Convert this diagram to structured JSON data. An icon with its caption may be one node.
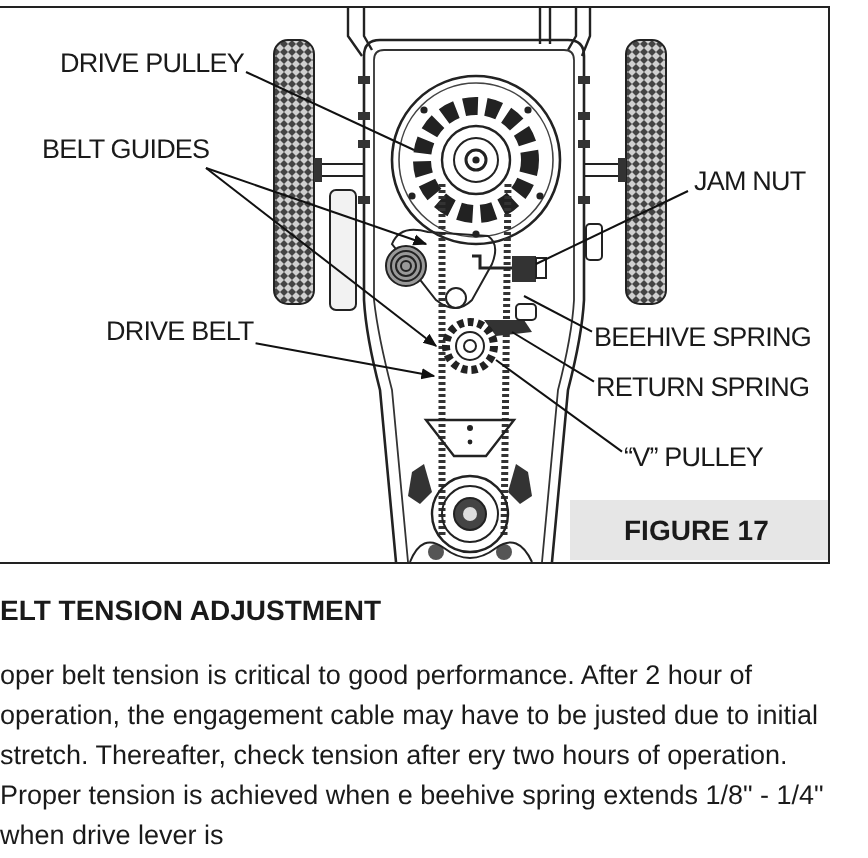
{
  "diagram": {
    "caption": "FIGURE 17",
    "nodes": [
      {
        "text": [
          "DRIVE PULLEY"
        ]
      },
      {
        "text": [
          "BELT GUIDES"
        ]
      },
      {
        "text": [
          "JAM NUT"
        ]
      },
      {
        "text": [
          "DRIVE BELT"
        ]
      },
      {
        "text": [
          "BEEHIVE SPRING"
        ]
      },
      {
        "text": [
          "RETURN SPRING"
        ]
      },
      {
        "text": [
          "“V” PULLEY"
        ]
      }
    ],
    "edges": [
      {
        "from": 0,
        "to": null,
        "arrow": "none"
      },
      {
        "from": 1,
        "to": null,
        "arrow": "to"
      },
      {
        "from": 1,
        "to": null,
        "arrow": "to"
      },
      {
        "from": 2,
        "to": null,
        "arrow": "none"
      },
      {
        "from": 3,
        "to": null,
        "arrow": "to"
      },
      {
        "from": 4,
        "to": null,
        "arrow": "none"
      },
      {
        "from": 5,
        "to": null,
        "arrow": "none"
      },
      {
        "from": 6,
        "to": null,
        "arrow": "none"
      }
    ],
    "labels": [
      "ELT TENSION ADJUSTMENT",
      "oper belt tension is critical to good performance. After 2 hour of operation, the engagement cable may have to be justed due to initial stretch. Thereafter, check tension after ery two hours of operation. Proper tension is achieved when e beehive spring extends 1/8\" - 1/4\" when drive lever is"
    ]
  }
}
